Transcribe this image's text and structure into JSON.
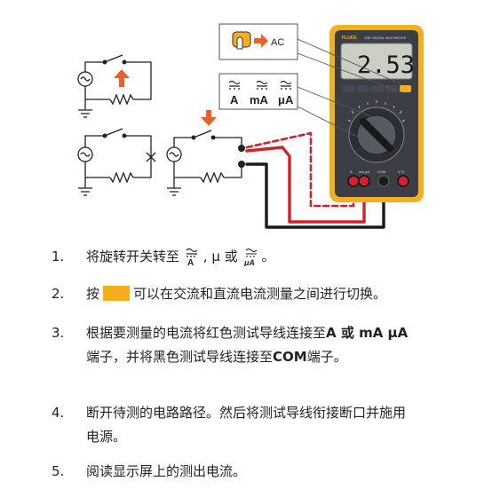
{
  "figure": {
    "ac_label": "AC",
    "display_reading": "2.53",
    "display_small_left": "",
    "function_labels": [
      "A",
      "mA",
      "μA"
    ],
    "brand_label": "FLUKE",
    "model_label": "17B+ DIGITAL MULTIMETER",
    "terminal_labels": [
      "A",
      "mA μA",
      "COM",
      "V Ω"
    ],
    "colors": {
      "meter_case": "#f2b01e",
      "meter_body": "#3b3f45",
      "display": "#c9cfc4",
      "red_lead": "#d0222a",
      "black_lead": "#1a1a1a",
      "arrow": "#e8612a",
      "highlight": "#f2ae1b"
    }
  },
  "steps": [
    {
      "num": "1.",
      "pre": "将旋转开关转至",
      "mid": ", μ 或",
      "post": "。"
    },
    {
      "num": "2.",
      "pre": "按",
      "post": "可以在交流和直流电流测量之间进行切换。"
    },
    {
      "num": "3.",
      "line1a": "根据要测量的电流将红色测试导线连接至",
      "line1b": "A 或 mA μA",
      "line2a": "端子，并将黑色测试导线连接至",
      "line2b": "COM",
      "line2c": "端子。"
    },
    {
      "num": "4.",
      "line1": "断开待测的电路路径。然后将测试导线衔接断口并施用",
      "line2": "电源。"
    },
    {
      "num": "5.",
      "text": "阅读显示屏上的测出电流。"
    }
  ]
}
